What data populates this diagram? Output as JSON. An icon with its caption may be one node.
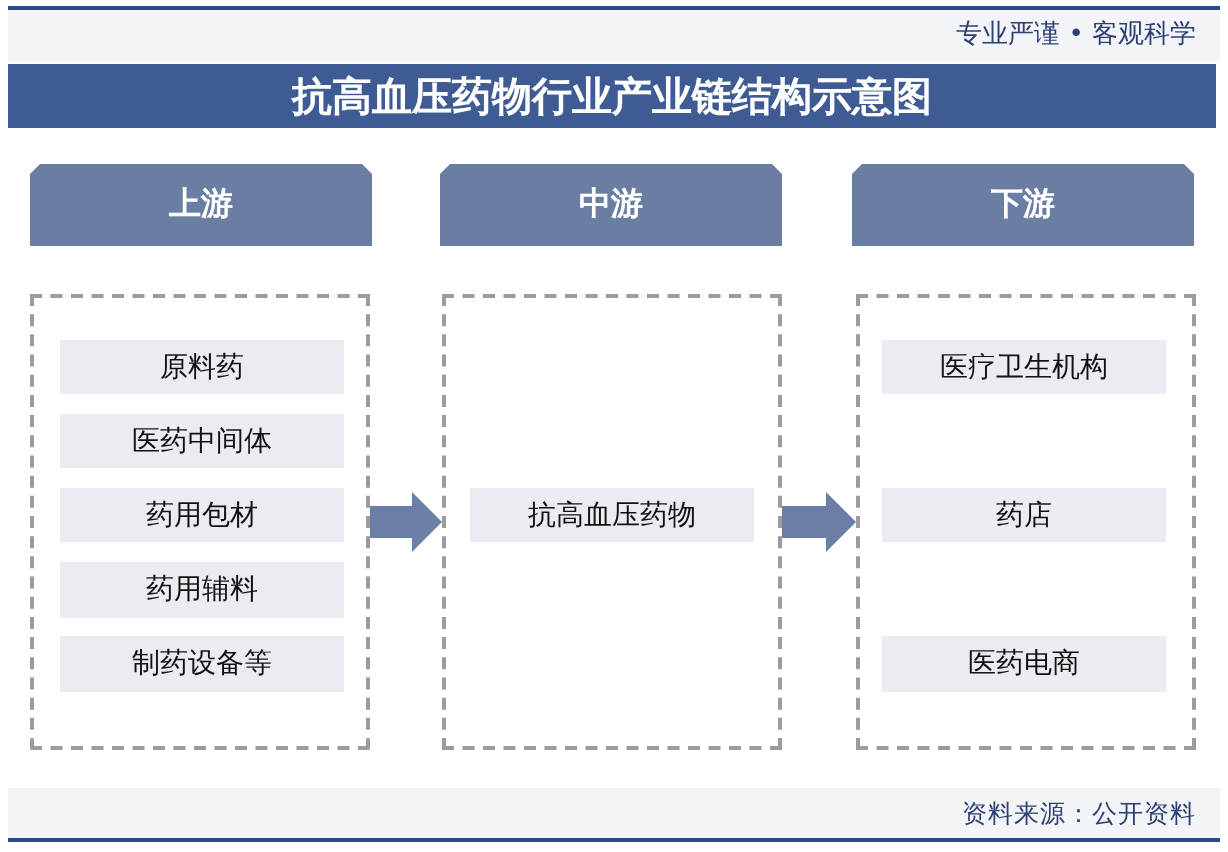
{
  "diagram": {
    "title": "抗高血压药物行业产业链结构示意图",
    "nodes": [
      {
        "text": [
          "上游"
        ]
      },
      {
        "text": [
          "中游"
        ]
      },
      {
        "text": [
          "下游"
        ]
      },
      {
        "text": [],
        "shape": "box"
      },
      {
        "text": [
          "原料药"
        ],
        "in": 3
      },
      {
        "text": [
          "医药中间体"
        ],
        "in": 3
      },
      {
        "text": [
          "药用包材"
        ],
        "in": 3
      },
      {
        "text": [
          "药用辅料"
        ],
        "in": 3
      },
      {
        "text": [
          "制药设备等"
        ],
        "in": 3
      },
      {
        "text": [],
        "shape": "box"
      },
      {
        "text": [
          "抗高血压药物"
        ],
        "in": 9
      },
      {
        "text": [],
        "shape": "box"
      },
      {
        "text": [
          "医疗卫生机构"
        ],
        "in": 11
      },
      {
        "text": [
          "药店"
        ],
        "in": 11
      },
      {
        "text": [
          "医药电商"
        ],
        "in": 11
      }
    ],
    "edges": [
      {
        "from": 3,
        "to": 9,
        "arrow": "to"
      },
      {
        "from": 9,
        "to": 11,
        "arrow": "to"
      }
    ],
    "labels": [
      "专业严谨 • 客观科学",
      "资料来源：公开资料"
    ]
  }
}
